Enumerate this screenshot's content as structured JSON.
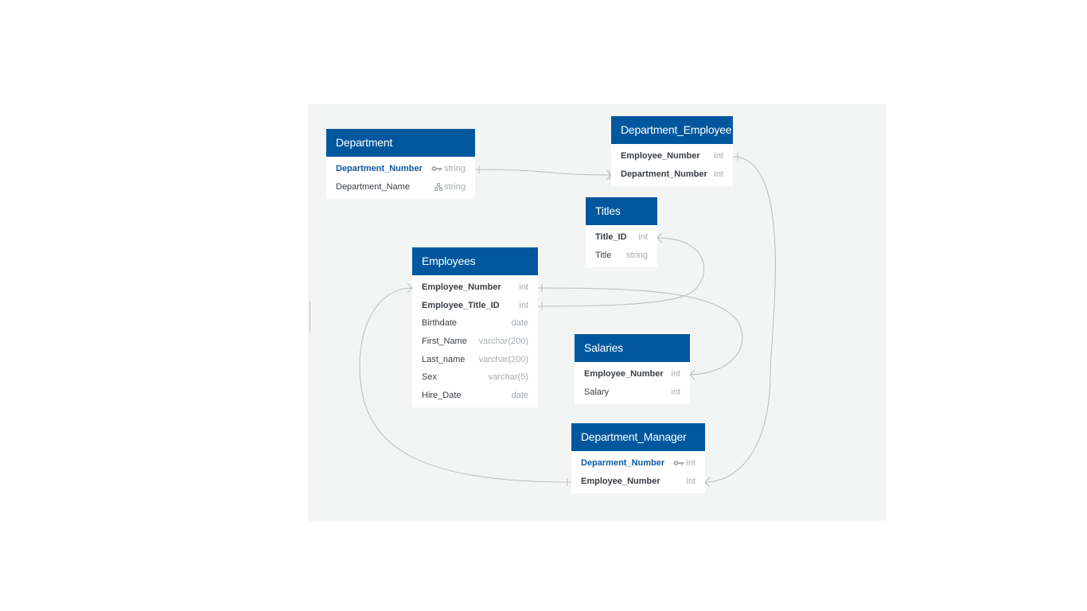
{
  "tables": {
    "department": {
      "name": "Department",
      "fields": [
        {
          "name": "Department_Number",
          "type": "string",
          "icon": "key-icon"
        },
        {
          "name": "Department_Name",
          "type": "string",
          "icon": "index-icon"
        }
      ]
    },
    "department_employee": {
      "name": "Department_Employee",
      "fields": [
        {
          "name": "Employee_Number",
          "type": "int"
        },
        {
          "name": "Department_Number",
          "type": "int"
        }
      ]
    },
    "titles": {
      "name": "Titles",
      "fields": [
        {
          "name": "Title_ID",
          "type": "int"
        },
        {
          "name": "Title",
          "type": "string"
        }
      ]
    },
    "employees": {
      "name": "Employees",
      "fields": [
        {
          "name": "Employee_Number",
          "type": "int"
        },
        {
          "name": "Employee_Title_ID",
          "type": "int"
        },
        {
          "name": "Birthdate",
          "type": "date"
        },
        {
          "name": "First_Name",
          "type": "varchar(200)"
        },
        {
          "name": "Last_name",
          "type": "varchar(200)"
        },
        {
          "name": "Sex",
          "type": "varchar(5)"
        },
        {
          "name": "Hire_Date",
          "type": "date"
        }
      ]
    },
    "salaries": {
      "name": "Salaries",
      "fields": [
        {
          "name": "Employee_Number",
          "type": "int"
        },
        {
          "name": "Salary",
          "type": "int"
        }
      ]
    },
    "department_manager": {
      "name": "Department_Manager",
      "fields": [
        {
          "name": "Deparment_Number",
          "type": "int",
          "icon": "key-icon"
        },
        {
          "name": "Employee_Number",
          "type": "int"
        }
      ]
    }
  },
  "colors": {
    "header": "#00579d",
    "canvas": "#f3f5f4",
    "primary_key_text": "#0e5aa3",
    "connector": "#b9bdbd"
  }
}
